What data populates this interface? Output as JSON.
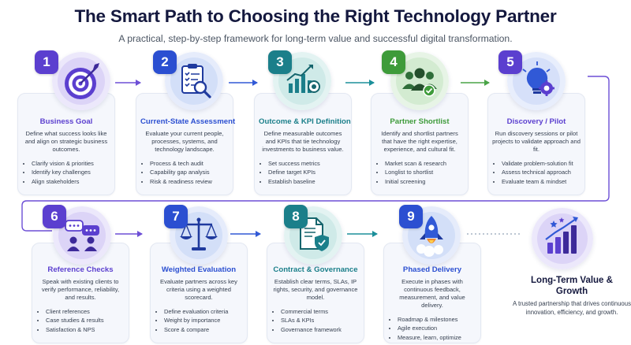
{
  "title": "The Smart Path to Choosing the Right Technology Partner",
  "subtitle": "A practical, step-by-step framework for long-term value and successful digital transformation.",
  "steps": [
    {
      "number": "1",
      "heading": "Business Goal",
      "description": "Define what success looks like and align on strategic business outcomes.",
      "bullets": [
        "Clarify vision & priorities",
        "Identify key challenges",
        "Align stakeholders"
      ],
      "icon": "target-icon",
      "color": "#5b3fcf"
    },
    {
      "number": "2",
      "heading": "Current-State Assessment",
      "description": "Evaluate your current people, processes, systems, and technology landscape.",
      "bullets": [
        "Process & tech audit",
        "Capability gap analysis",
        "Risk & readiness review"
      ],
      "icon": "clipboard-magnifier-icon",
      "color": "#2b4fd1"
    },
    {
      "number": "3",
      "heading": "Outcome & KPI Definition",
      "description": "Define measurable outcomes and KPIs that tie technology investments to business value.",
      "bullets": [
        "Set success metrics",
        "Define target KPIs",
        "Establish baseline"
      ],
      "icon": "growth-chart-target-icon",
      "color": "#1b7f8a"
    },
    {
      "number": "4",
      "heading": "Partner Shortlist",
      "description": "Identify and shortlist partners that have the right expertise, experience, and cultural fit.",
      "bullets": [
        "Market scan & research",
        "Longlist to shortlist",
        "Initial screening"
      ],
      "icon": "team-check-icon",
      "color": "#3e9b3a"
    },
    {
      "number": "5",
      "heading": "Discovery / Pilot",
      "description": "Run discovery sessions or pilot projects to validate approach and fit.",
      "bullets": [
        "Validate problem-solution fit",
        "Assess technical approach",
        "Evaluate team & mindset"
      ],
      "icon": "lightbulb-gear-icon",
      "color": "#5b3fcf"
    },
    {
      "number": "6",
      "heading": "Reference Checks",
      "description": "Speak with existing clients to verify performance, reliability, and results.",
      "bullets": [
        "Client references",
        "Case studies & results",
        "Satisfaction & NPS"
      ],
      "icon": "chat-people-icon",
      "color": "#5b3fcf"
    },
    {
      "number": "7",
      "heading": "Weighted Evaluation",
      "description": "Evaluate partners across key criteria using a weighted scorecard.",
      "bullets": [
        "Define evaluation criteria",
        "Weight by importance",
        "Score & compare"
      ],
      "icon": "balance-scale-icon",
      "color": "#2b4fd1"
    },
    {
      "number": "8",
      "heading": "Contract & Governance",
      "description": "Establish clear terms, SLAs, IP rights, security, and governance model.",
      "bullets": [
        "Commercial terms",
        "SLAs & KPIs",
        "Governance framework"
      ],
      "icon": "document-shield-icon",
      "color": "#1b7f8a"
    },
    {
      "number": "9",
      "heading": "Phased Delivery",
      "description": "Execute in phases with continuous feedback, measurement, and value delivery.",
      "bullets": [
        "Roadmap & milestones",
        "Agile execution",
        "Measure, learn, optimize"
      ],
      "icon": "rocket-icon",
      "color": "#2b4fd1"
    }
  ],
  "final": {
    "title": "Long-Term Value & Growth",
    "description": "A trusted partnership that drives continuous innovation, efficiency, and growth.",
    "icon": "growth-bars-stars-icon"
  }
}
